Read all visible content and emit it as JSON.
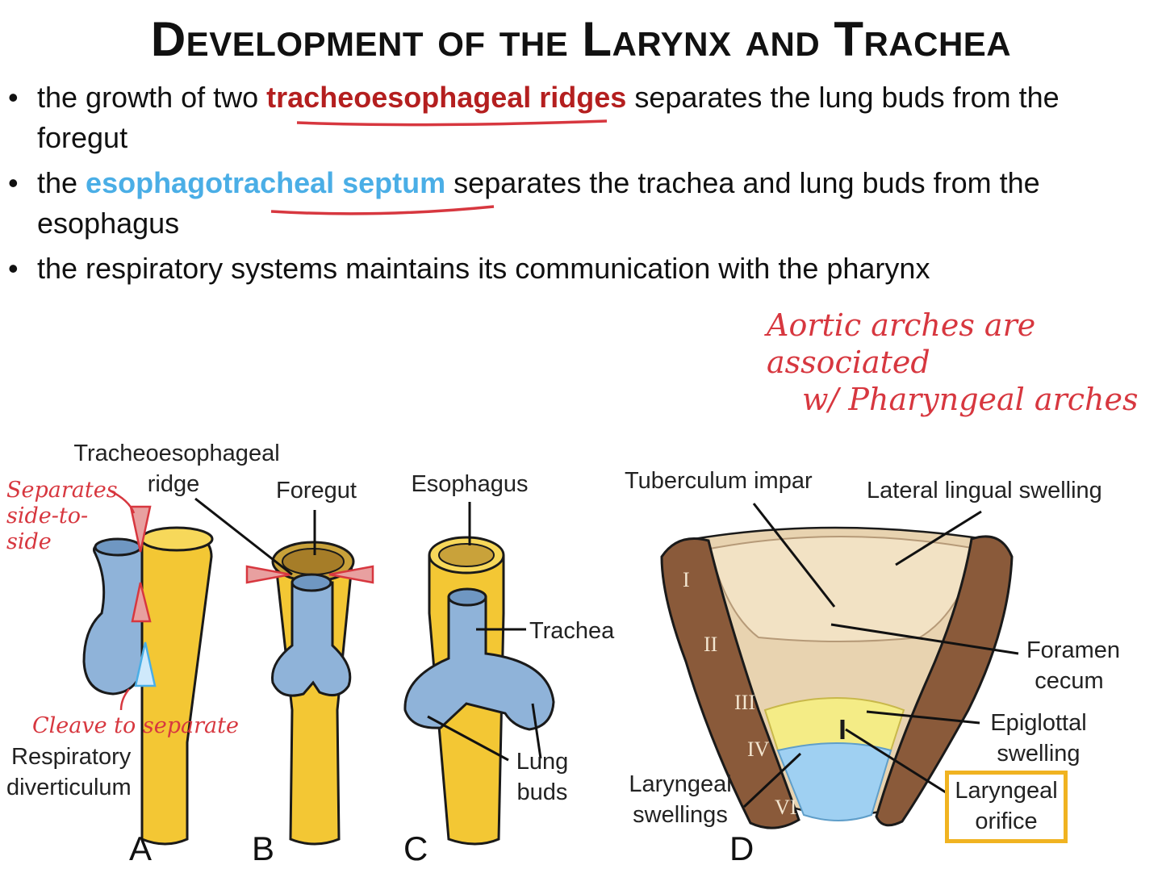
{
  "title": "Development of the Larynx and Trachea",
  "bullets": [
    {
      "pre": "the growth of two ",
      "term": "tracheoesophageal ridges",
      "post": " separates the lung buds from the foregut"
    },
    {
      "pre": "the ",
      "term": "esophagotracheal septum",
      "post": " separates the trachea and lung buds from the esophagus"
    },
    {
      "pre": "the respiratory systems maintains its communication with the pharynx",
      "term": "",
      "post": ""
    }
  ],
  "bullet_symbol": "•",
  "handwritten": {
    "note_line1": "Aortic arches are associated",
    "note_line2": "w/ Pharyngeal arches",
    "separates_1": "Separates",
    "separates_2": "side-to-",
    "separates_3": "side",
    "cleave": "Cleave to separate"
  },
  "figure": {
    "labels": {
      "ridge_1": "Tracheoesophageal",
      "ridge_2": "ridge",
      "foregut": "Foregut",
      "esophagus": "Esophagus",
      "trachea": "Trachea",
      "lung_1": "Lung",
      "lung_2": "buds",
      "resp_1": "Respiratory",
      "resp_2": "diverticulum",
      "tuberculum": "Tuberculum impar",
      "lateral": "Lateral lingual swelling",
      "foramen_1": "Foramen",
      "foramen_2": "cecum",
      "epiglottal_1": "Epiglottal",
      "epiglottal_2": "swelling",
      "laryngeal_sw_1": "Laryngeal",
      "laryngeal_sw_2": "swellings",
      "laryngeal_or_1": "Laryngeal",
      "laryngeal_or_2": "orifice"
    },
    "panels": [
      "A",
      "B",
      "C",
      "D"
    ],
    "arches": [
      "I",
      "II",
      "III",
      "IV",
      "VI"
    ]
  },
  "colors": {
    "red_term": "#b41f1f",
    "blue_term": "#4aaee6",
    "ink_red": "#d7373f",
    "yellow": "#f3c734",
    "blue_tissue": "#8fb3d9",
    "arch_brown": "#8a5a3a",
    "box_orange": "#f0b321"
  }
}
